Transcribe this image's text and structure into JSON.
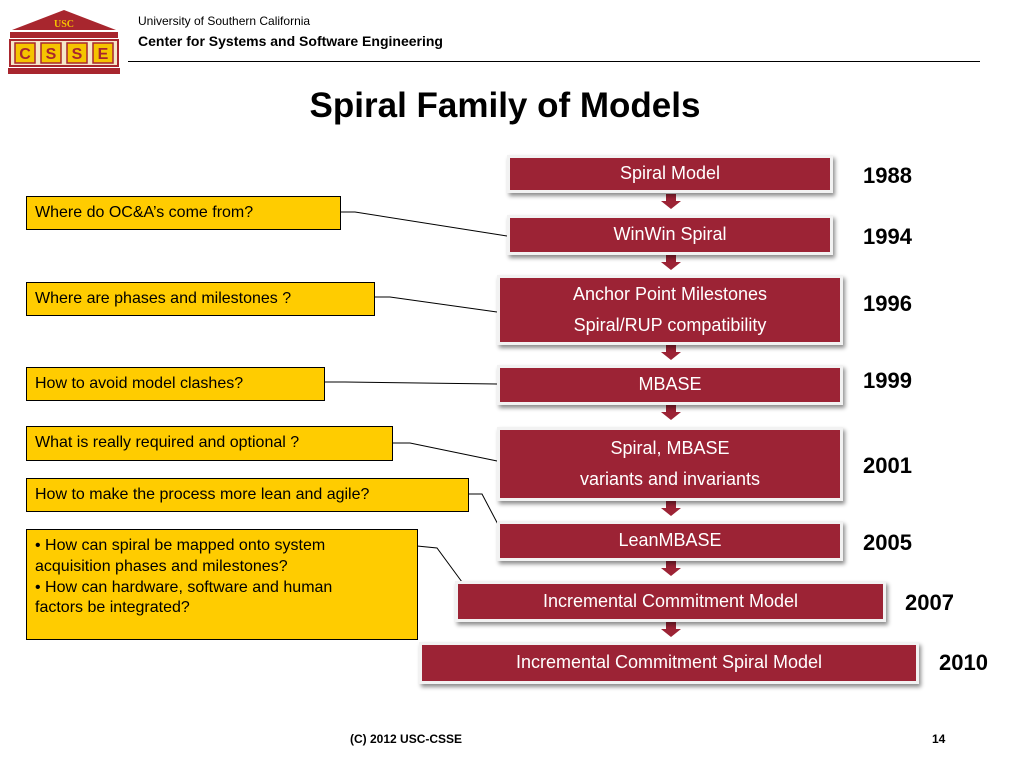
{
  "header": {
    "logo": {
      "text_top": "USC",
      "letters": [
        "C",
        "S",
        "S",
        "E"
      ]
    },
    "org_line1": "University of Southern California",
    "org_line2": "Center for Systems and Software Engineering"
  },
  "title": "Spiral Family of Models",
  "models": [
    {
      "lines": [
        "Spiral Model"
      ],
      "year": "1988"
    },
    {
      "lines": [
        "WinWin Spiral"
      ],
      "year": "1994"
    },
    {
      "lines": [
        "Anchor Point Milestones",
        "Spiral/RUP compatibility"
      ],
      "year": "1996"
    },
    {
      "lines": [
        "MBASE"
      ],
      "year": "1999"
    },
    {
      "lines": [
        "Spiral, MBASE",
        "variants and invariants"
      ],
      "year": "2001"
    },
    {
      "lines": [
        "LeanMBASE"
      ],
      "year": "2005"
    },
    {
      "lines": [
        "Incremental Commitment Model"
      ],
      "year": "2007"
    },
    {
      "lines": [
        "Incremental Commitment Spiral Model"
      ],
      "year": "2010"
    }
  ],
  "questions": [
    {
      "text": "Where do OC&A’s come from?"
    },
    {
      "text": "Where are phases and milestones ?"
    },
    {
      "text": "How to avoid model clashes?"
    },
    {
      "text": "What is really required and optional ?"
    },
    {
      "text": "How to make the process more lean and agile?"
    },
    {
      "lines": [
        "• How can spiral be mapped onto system",
        "acquisition phases and milestones?",
        "• How can hardware, software and human",
        "factors be integrated?"
      ]
    }
  ],
  "colors": {
    "model_fill": "#9c2335",
    "question_fill": "#ffcc00",
    "logo_fill": "#a8262e"
  },
  "footer": {
    "copyright": "(C) 2012 USC-CSSE",
    "page_number": "14"
  }
}
